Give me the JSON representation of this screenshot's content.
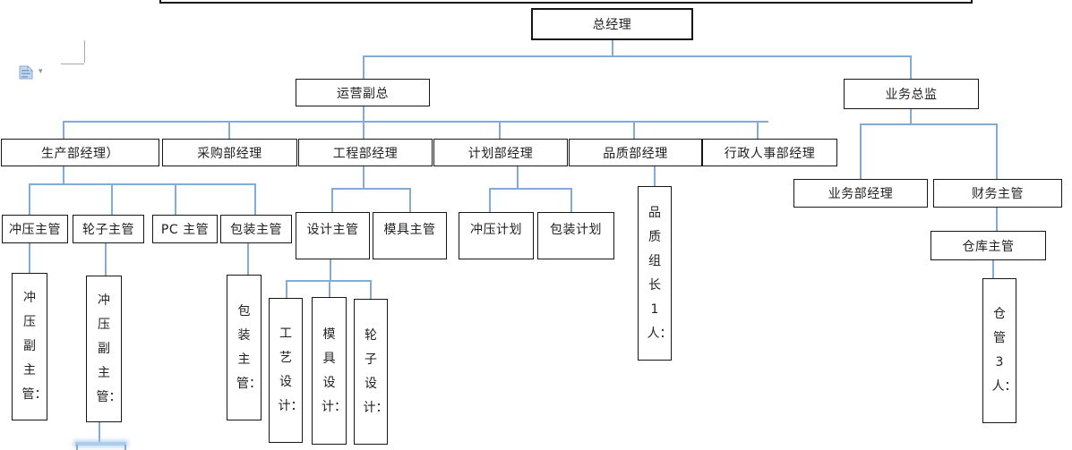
{
  "colors": {
    "connector": "#84abd3",
    "highlight": "#a9cdec",
    "box_border": "#161616",
    "text": "#1f1f1f",
    "paste_icon_fill": "#c6d9f1",
    "paste_icon_stroke": "#8aa8cf"
  },
  "icons": {
    "paste_options_arrow": "▾"
  },
  "nodes": {
    "general_manager": {
      "label": "总经理"
    },
    "operations_deputy_gm": {
      "label": "运营副总"
    },
    "business_director": {
      "label": "业务总监"
    },
    "production_manager": {
      "label": "生产部经理）"
    },
    "purchasing_manager": {
      "label": "采购部经理"
    },
    "engineering_manager": {
      "label": "工程部经理"
    },
    "planning_manager": {
      "label": "计划部经理"
    },
    "quality_manager": {
      "label": "品质部经理"
    },
    "admin_hr_manager": {
      "label": "行政人事部经理"
    },
    "business_dept_manager": {
      "label": "业务部经理"
    },
    "finance_supervisor": {
      "label": "财务主管"
    },
    "stamping_supervisor": {
      "label": "冲压主管"
    },
    "wheel_supervisor": {
      "label": "轮子主管"
    },
    "pc_supervisor": {
      "label": "PC 主管"
    },
    "packing_supervisor": {
      "label": "包装主管"
    },
    "design_supervisor": {
      "label": "设计主管"
    },
    "mold_supervisor": {
      "label": "模具主管"
    },
    "stamping_planner": {
      "label": "冲压计划"
    },
    "packing_planner": {
      "label": "包装计划"
    },
    "quality_leader": {
      "label": "品质组长1人："
    },
    "warehouse_supervisor": {
      "label": "仓库主管"
    },
    "warehouse_keeper": {
      "label": "仓管3人："
    },
    "stamping_deputy_1": {
      "label": "冲压副主管："
    },
    "stamping_deputy_2": {
      "label": "冲压副主管："
    },
    "packing_sub_supervisor": {
      "label": "包装主管："
    },
    "process_designer": {
      "label": "工艺设计："
    },
    "mold_designer": {
      "label": "模具设计："
    },
    "wheel_designer": {
      "label": "轮子设计："
    }
  }
}
